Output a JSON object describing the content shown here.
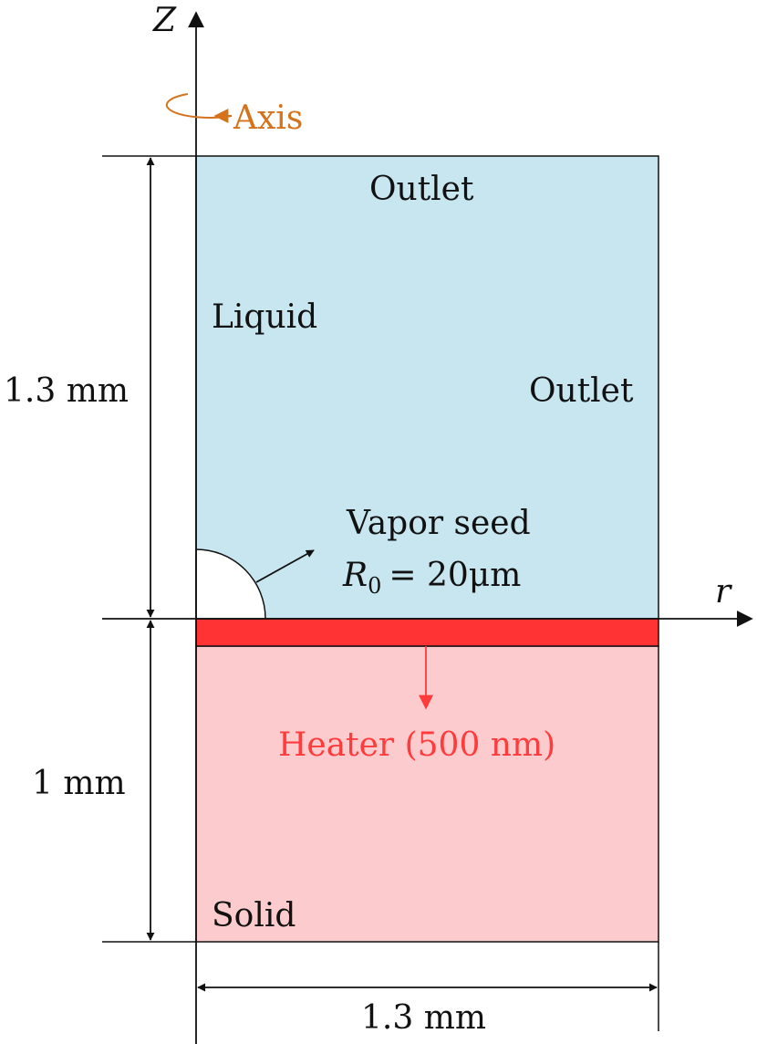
{
  "axes": {
    "z_label": "Z",
    "r_label": "r",
    "axis_label": "Axis"
  },
  "regions": {
    "liquid_label": "Liquid",
    "solid_label": "Solid",
    "outlet_top_label": "Outlet",
    "outlet_right_label": "Outlet",
    "heater_label": "Heater (500 nm)"
  },
  "seed": {
    "label": "Vapor seed",
    "radius_symbol": "R",
    "radius_subscript": "0",
    "radius_value": "= 20μm"
  },
  "dimensions": {
    "liquid_height": "1.3 mm",
    "solid_height": "1 mm",
    "width": "1.3 mm"
  },
  "colors": {
    "liquid_fill": "#c8e6f0",
    "solid_fill": "#fccbcd",
    "heater_fill": "#ff3333",
    "heater_text": "#ff3b3b",
    "axis_orange": "#d4731c",
    "line": "#111111"
  }
}
